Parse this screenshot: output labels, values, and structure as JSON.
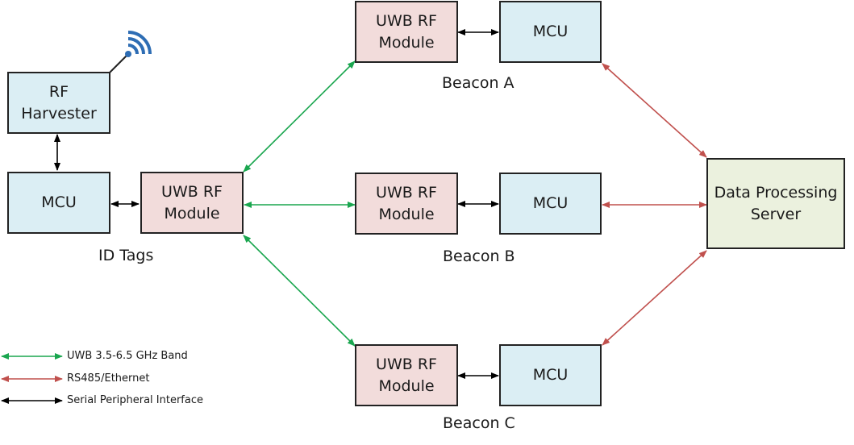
{
  "colors": {
    "uwb": "#1aa64f",
    "rs485": "#c0504d",
    "spi": "#000000",
    "mcu_fill": "#dbeef4",
    "rf_fill": "#f2dcdb",
    "server_fill": "#ebf1de",
    "antenna": "#2e6db4"
  },
  "icons": {
    "antenna": "wifi-antenna-icon"
  },
  "tag": {
    "harvester": [
      "RF",
      "Harvester"
    ],
    "mcu": "MCU",
    "rf_module": [
      "UWB RF",
      "Module"
    ],
    "caption": "ID Tags"
  },
  "beacons": [
    {
      "rf_module": [
        "UWB RF",
        "Module"
      ],
      "mcu": "MCU",
      "caption": "Beacon A"
    },
    {
      "rf_module": [
        "UWB RF",
        "Module"
      ],
      "mcu": "MCU",
      "caption": "Beacon B"
    },
    {
      "rf_module": [
        "UWB RF",
        "Module"
      ],
      "mcu": "MCU",
      "caption": "Beacon C"
    }
  ],
  "server": [
    "Data Processing",
    "Server"
  ],
  "legend": [
    {
      "label": "UWB 3.5-6.5 GHz Band",
      "color_key": "uwb"
    },
    {
      "label": "RS485/Ethernet",
      "color_key": "rs485"
    },
    {
      "label": "Serial Peripheral Interface",
      "color_key": "spi"
    }
  ]
}
